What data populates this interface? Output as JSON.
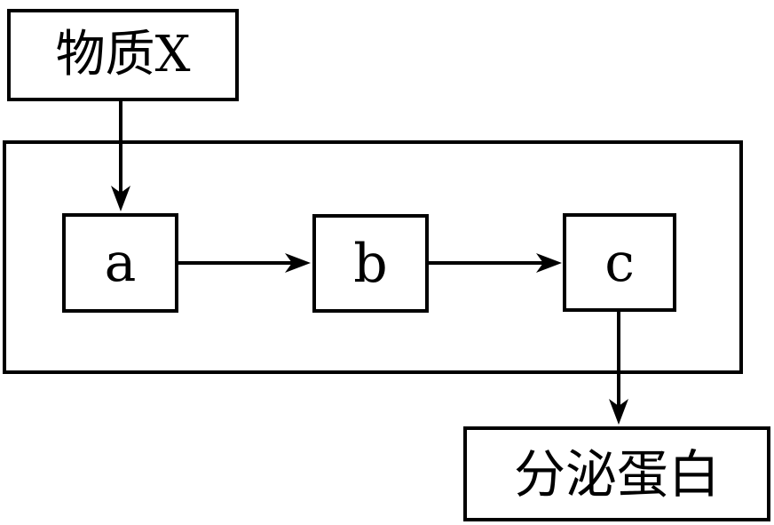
{
  "diagram": {
    "title": "secretory-protein-pathway-flowchart",
    "background_color": "#ffffff",
    "line_color": "#000000",
    "nodes": {
      "substance_x": {
        "label": "物质X"
      },
      "organelle_a": {
        "label": "a"
      },
      "organelle_b": {
        "label": "b"
      },
      "organelle_c": {
        "label": "c"
      },
      "secreted_protein": {
        "label": "分泌蛋白"
      }
    },
    "arrows": [
      {
        "from": "substance_x",
        "to": "organelle_a",
        "direction": "down"
      },
      {
        "from": "organelle_a",
        "to": "organelle_b",
        "direction": "right"
      },
      {
        "from": "organelle_b",
        "to": "organelle_c",
        "direction": "right"
      },
      {
        "from": "organelle_c",
        "to": "secreted_protein",
        "direction": "down"
      }
    ]
  }
}
